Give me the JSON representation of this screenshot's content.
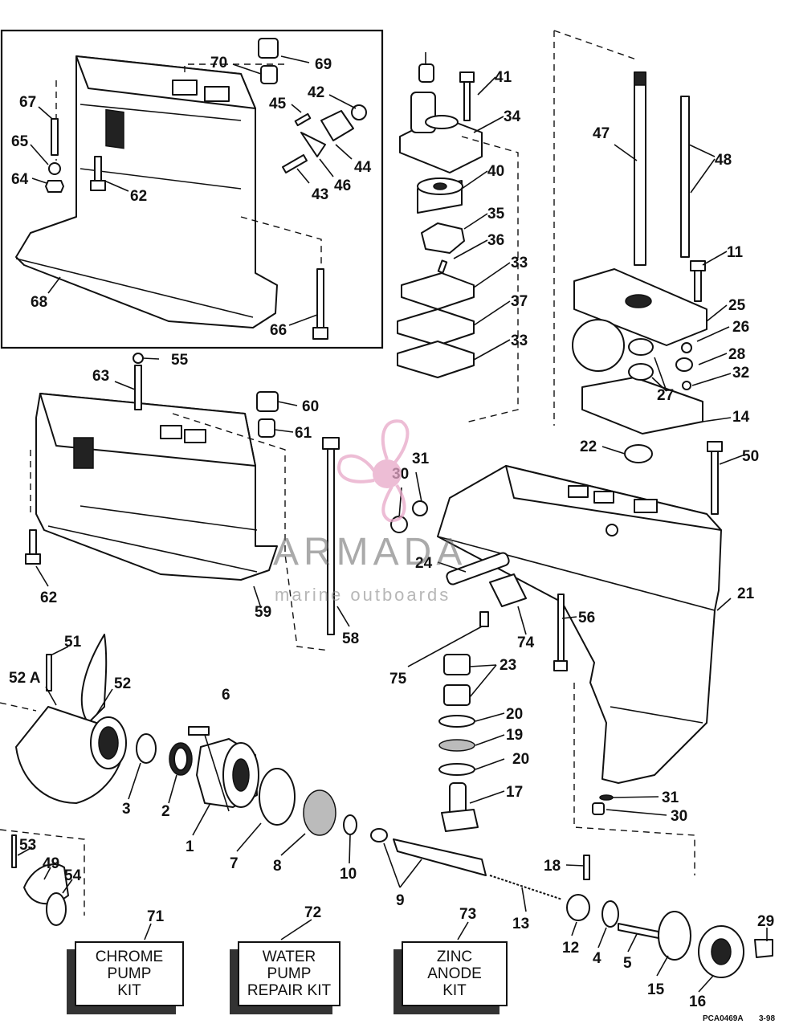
{
  "labels": {
    "l1": "1",
    "l2": "2",
    "l3": "3",
    "l4": "4",
    "l5": "5",
    "l6": "6",
    "l7": "7",
    "l8": "8",
    "l9": "9",
    "l10": "10",
    "l11": "11",
    "l12": "12",
    "l13": "13",
    "l14": "14",
    "l15": "15",
    "l16": "16",
    "l17": "17",
    "l18": "18",
    "l19": "19",
    "l20a": "20",
    "l20b": "20",
    "l21": "21",
    "l22": "22",
    "l23": "23",
    "l24": "24",
    "l25": "25",
    "l26": "26",
    "l27": "27",
    "l28": "28",
    "l29": "29",
    "l30a": "30",
    "l30b": "30",
    "l31a": "31",
    "l31b": "31",
    "l32": "32",
    "l33a": "33",
    "l33b": "33",
    "l34": "34",
    "l35": "35",
    "l36": "36",
    "l37": "37",
    "l40": "40",
    "l41": "41",
    "l42": "42",
    "l43": "43",
    "l44": "44",
    "l45": "45",
    "l46": "46",
    "l47": "47",
    "l48": "48",
    "l49": "49",
    "l50": "50",
    "l51": "51",
    "l52": "52",
    "l52a": "52 A",
    "l53": "53",
    "l54": "54",
    "l55": "55",
    "l56": "56",
    "l58": "58",
    "l59": "59",
    "l60": "60",
    "l61": "61",
    "l62a": "62",
    "l62b": "62",
    "l63": "63",
    "l64": "64",
    "l65": "65",
    "l66": "66",
    "l67": "67",
    "l68": "68",
    "l69": "69",
    "l70": "70",
    "l71": "71",
    "l72": "72",
    "l73": "73",
    "l74": "74",
    "l75": "75"
  },
  "kits": {
    "chrome": "CHROME\nPUMP\nKIT",
    "water": "WATER\nPUMP\nREPAIR KIT",
    "zinc": "ZINC\nANODE\nKIT"
  },
  "watermark": {
    "name": "ARMADA",
    "tagline": "marine outboards",
    "accent": "#e7a7c8"
  },
  "footer": {
    "code": "PCA0469A",
    "date": "3-98"
  }
}
